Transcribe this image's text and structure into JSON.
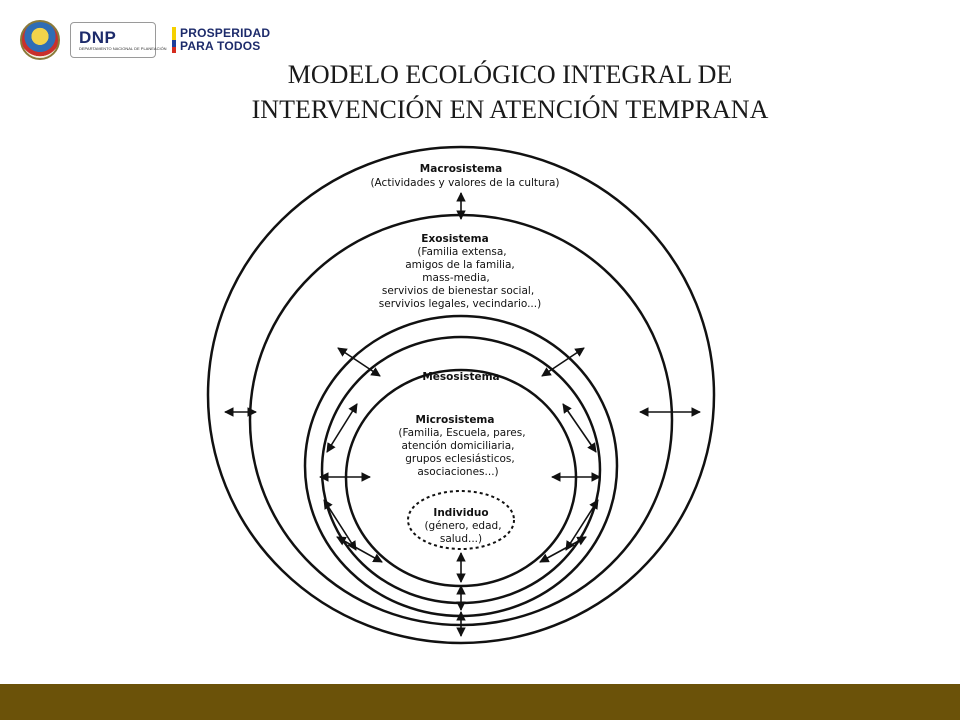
{
  "header": {
    "dnp_logo": {
      "text": "DNP",
      "subtitle": "DEPARTAMENTO NACIONAL DE PLANEACIÓN"
    },
    "prosperidad_logo": {
      "line1": "PROSPERIDAD",
      "line2": "PARA TODOS"
    }
  },
  "title": {
    "line1": "MODELO ECOLÓGICO INTEGRAL DE",
    "line2": "INTERVENCIÓN EN ATENCIÓN TEMPRANA"
  },
  "diagram": {
    "macrosistema": {
      "label": "Macrosistema",
      "description": "(Actividades y valores de la cultura)"
    },
    "exosistema": {
      "label": "Exosistema",
      "description": [
        "(Familia extensa,",
        "amigos de la familia,",
        "mass-media,",
        "servivios de bienestar social,",
        "servivios legales, vecindario...)"
      ]
    },
    "mesosistema": {
      "label": "Mesosistema"
    },
    "microsistema": {
      "label": "Microsistema",
      "description": [
        "(Familia, Escuela, pares,",
        "atención domiciliaria,",
        "grupos eclesiásticos,",
        "asociaciones...)"
      ]
    },
    "individuo": {
      "label": "Individuo",
      "description": [
        "(género, edad,",
        "salud...)"
      ]
    }
  },
  "colors": {
    "footer": "#6b5209",
    "ink": "#111111"
  }
}
